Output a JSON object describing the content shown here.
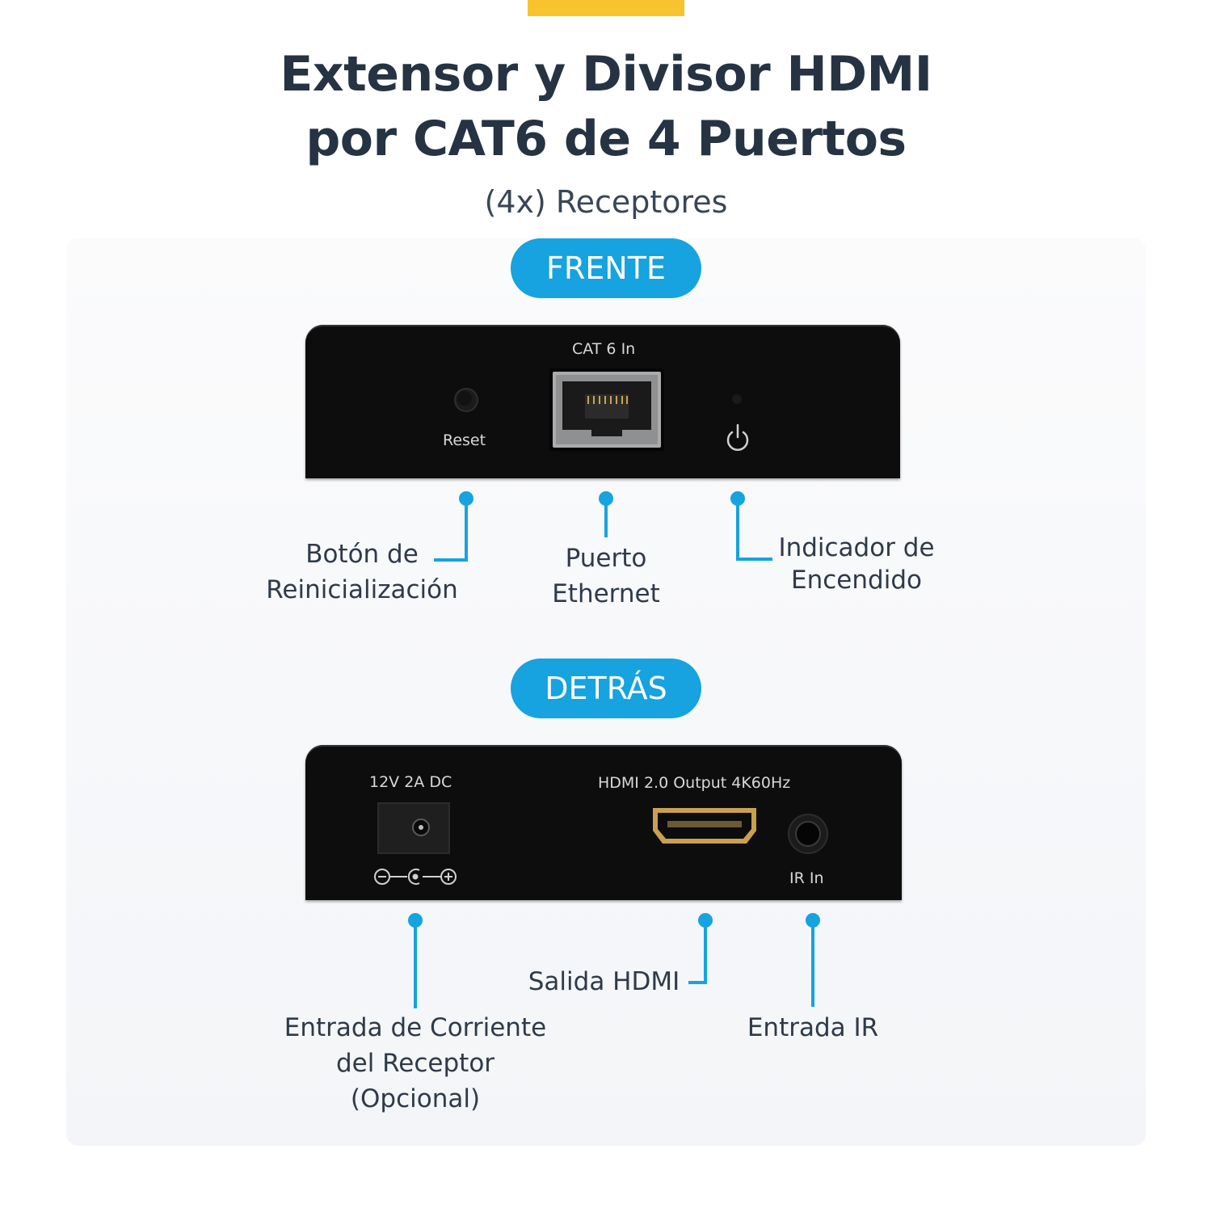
{
  "header": {
    "title_line1": "Extensor y Divisor HDMI",
    "title_line2": "por CAT6 de 4 Puertos",
    "subtitle": "(4x) Receptores"
  },
  "colors": {
    "accent_bar": "#f7c32e",
    "pill": "#16a3df",
    "callout_line": "#16a3df",
    "device": "#0d0d0e",
    "title": "#253343"
  },
  "front": {
    "section_label": "FRENTE",
    "device_labels": {
      "port": "CAT 6 In",
      "reset": "Reset"
    },
    "icons": [
      "reset-button-icon",
      "ethernet-port-icon",
      "power-led-icon",
      "power-symbol-icon"
    ],
    "callouts": {
      "reset_line1": "Botón de",
      "reset_line2": "Reinicialización",
      "ethernet_line1": "Puerto",
      "ethernet_line2": "Ethernet",
      "power_line1": "Indicador de",
      "power_line2": "Encendido"
    }
  },
  "back": {
    "section_label": "DETRÁS",
    "device_labels": {
      "dc": "12V 2A DC",
      "hdmi": "HDMI 2.0 Output 4K60Hz",
      "ir": "IR In"
    },
    "icons": [
      "dc-jack-icon",
      "polarity-icon",
      "hdmi-port-icon",
      "ir-jack-icon"
    ],
    "callouts": {
      "power_line1": "Entrada de Corriente",
      "power_line2": "del Receptor",
      "power_line3": "(Opcional)",
      "hdmi": "Salida HDMI",
      "ir": "Entrada IR"
    }
  }
}
